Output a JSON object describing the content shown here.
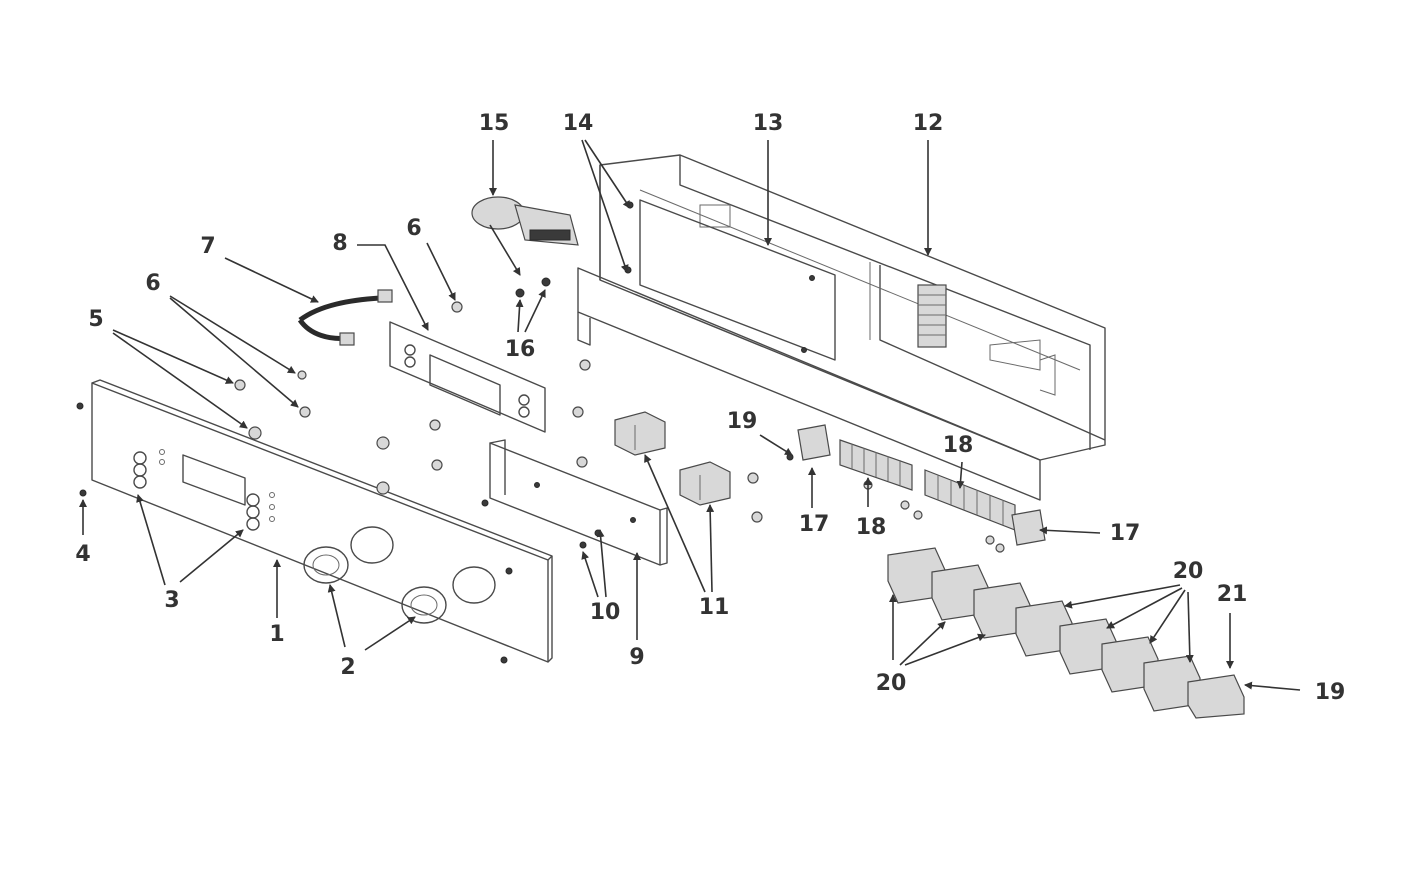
{
  "diagram": {
    "type": "exploded-parts-diagram",
    "callouts": [
      {
        "id": "c1",
        "label": "1"
      },
      {
        "id": "c2",
        "label": "2"
      },
      {
        "id": "c3",
        "label": "3"
      },
      {
        "id": "c4",
        "label": "4"
      },
      {
        "id": "c5",
        "label": "5"
      },
      {
        "id": "c6a",
        "label": "6"
      },
      {
        "id": "c6b",
        "label": "6"
      },
      {
        "id": "c7",
        "label": "7"
      },
      {
        "id": "c8",
        "label": "8"
      },
      {
        "id": "c9",
        "label": "9"
      },
      {
        "id": "c10",
        "label": "10"
      },
      {
        "id": "c11",
        "label": "11"
      },
      {
        "id": "c12",
        "label": "12"
      },
      {
        "id": "c13",
        "label": "13"
      },
      {
        "id": "c14",
        "label": "14"
      },
      {
        "id": "c15",
        "label": "15"
      },
      {
        "id": "c16",
        "label": "16"
      },
      {
        "id": "c17a",
        "label": "17"
      },
      {
        "id": "c17b",
        "label": "17"
      },
      {
        "id": "c18a",
        "label": "18"
      },
      {
        "id": "c18b",
        "label": "18"
      },
      {
        "id": "c19a",
        "label": "19"
      },
      {
        "id": "c19b",
        "label": "19"
      },
      {
        "id": "c20a",
        "label": "20"
      },
      {
        "id": "c20b",
        "label": "20"
      },
      {
        "id": "c21",
        "label": "21"
      }
    ]
  }
}
